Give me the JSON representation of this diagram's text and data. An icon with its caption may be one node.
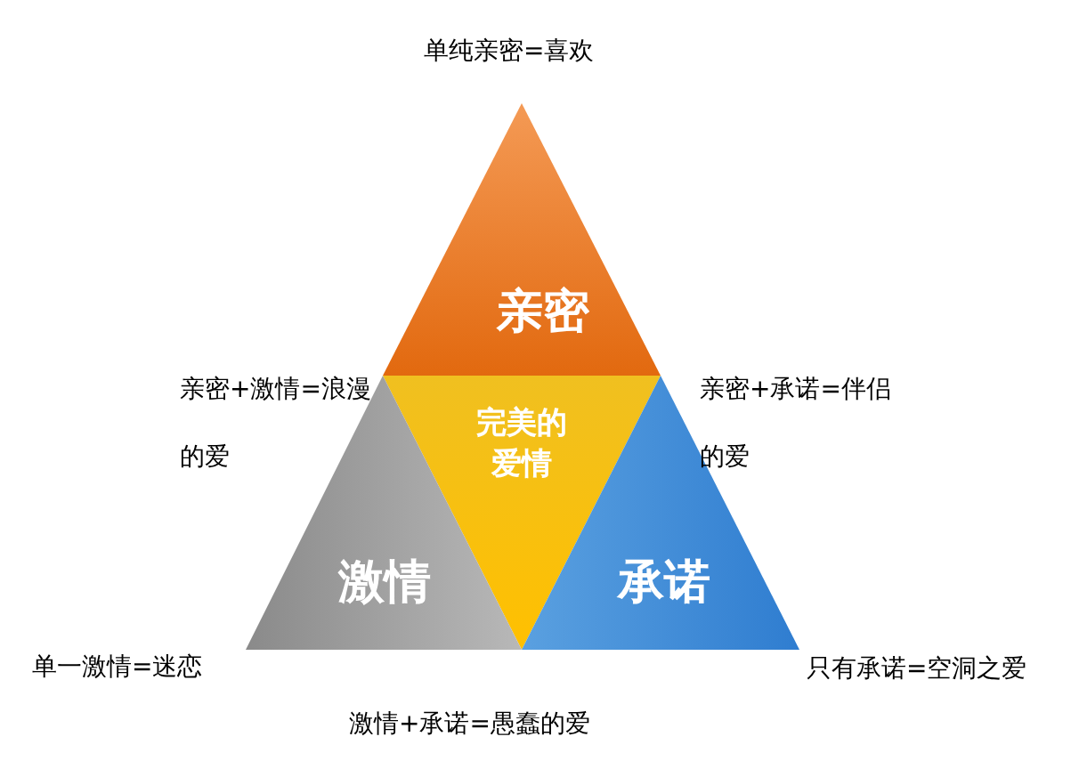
{
  "diagram": {
    "nodes": [
      {
        "text": [
          "亲密"
        ]
      },
      {
        "text": [
          "完美的爱情"
        ]
      },
      {
        "text": [
          "激情"
        ]
      },
      {
        "text": [
          "承诺"
        ]
      }
    ],
    "labels": [
      "单纯亲密=喜欢",
      "亲密+激情=浪漫的爱",
      "亲密+承诺=伴侣的爱",
      "单一激情=迷恋",
      "只有承诺=空洞之爱",
      "激情+承诺=愚蠢的爱"
    ]
  }
}
